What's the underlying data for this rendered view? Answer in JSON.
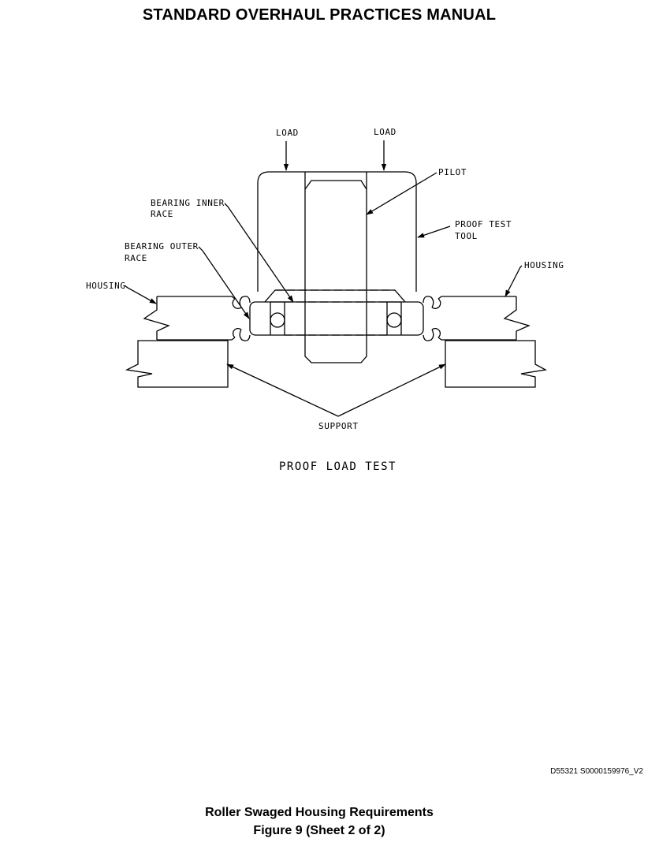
{
  "header": {
    "title": "STANDARD OVERHAUL PRACTICES MANUAL"
  },
  "diagram": {
    "labels": {
      "load_left": "LOAD",
      "load_right": "LOAD",
      "pilot": "PILOT",
      "bearing_inner_race_1": "BEARING INNER",
      "bearing_inner_race_2": "RACE",
      "proof_test_tool_1": "PROOF TEST",
      "proof_test_tool_2": "TOOL",
      "bearing_outer_race_1": "BEARING OUTER",
      "bearing_outer_race_2": "RACE",
      "housing_left": "HOUSING",
      "housing_right": "HOUSING",
      "support": "SUPPORT"
    },
    "title": "PROOF LOAD TEST"
  },
  "footer": {
    "drawing_id": "D55321 S0000159976_V2",
    "caption_line1": "Roller Swaged Housing Requirements",
    "caption_line2": "Figure 9  (Sheet 2 of 2)"
  }
}
